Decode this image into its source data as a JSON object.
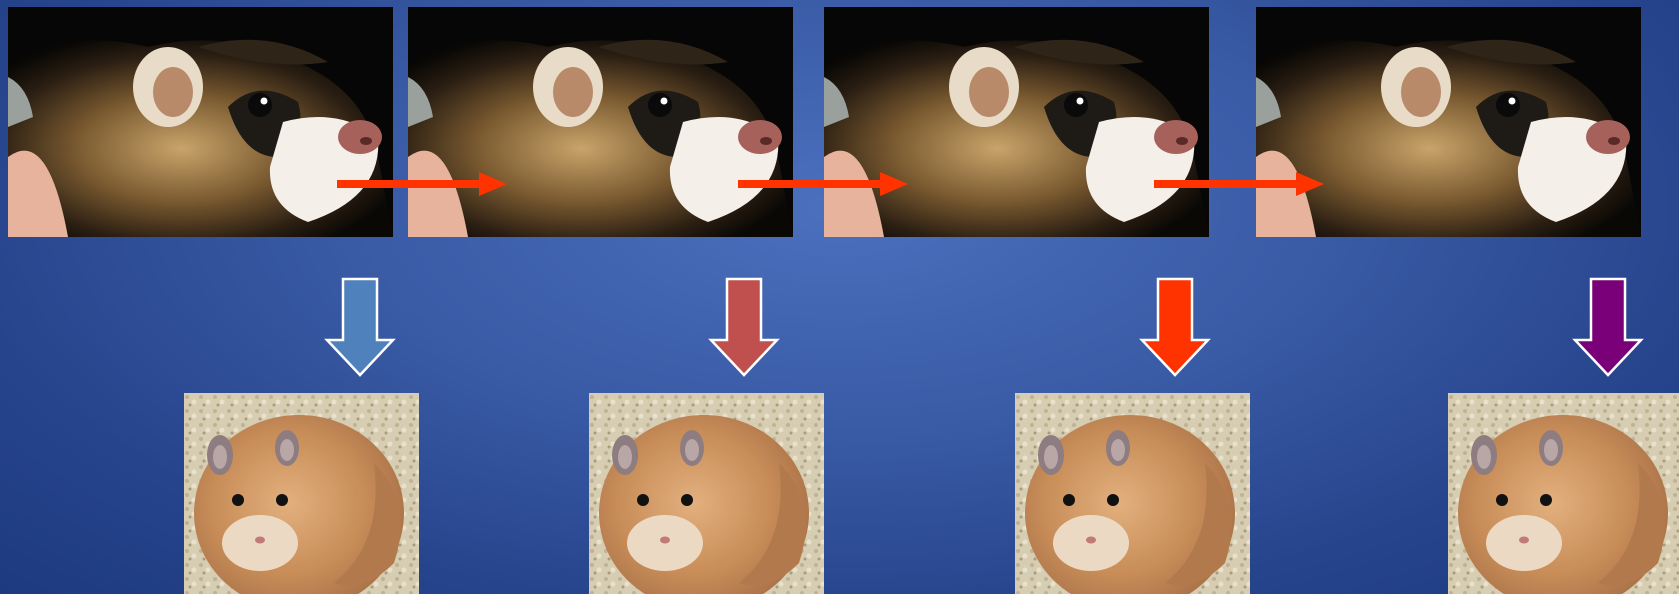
{
  "slide": {
    "background": "#3a5ba6",
    "ferret_frames": [
      {
        "name": "ferret-frame-1"
      },
      {
        "name": "ferret-frame-2"
      },
      {
        "name": "ferret-frame-3"
      },
      {
        "name": "ferret-frame-4"
      }
    ],
    "hamster_frames": [
      {
        "name": "hamster-image-1"
      },
      {
        "name": "hamster-image-2"
      },
      {
        "name": "hamster-image-3"
      },
      {
        "name": "hamster-image-4"
      }
    ],
    "connector_arrow_color": "#ff3300",
    "down_arrow_colors": [
      "#4f81bd",
      "#c0504d",
      "#ff3300",
      "#7a007a"
    ]
  }
}
